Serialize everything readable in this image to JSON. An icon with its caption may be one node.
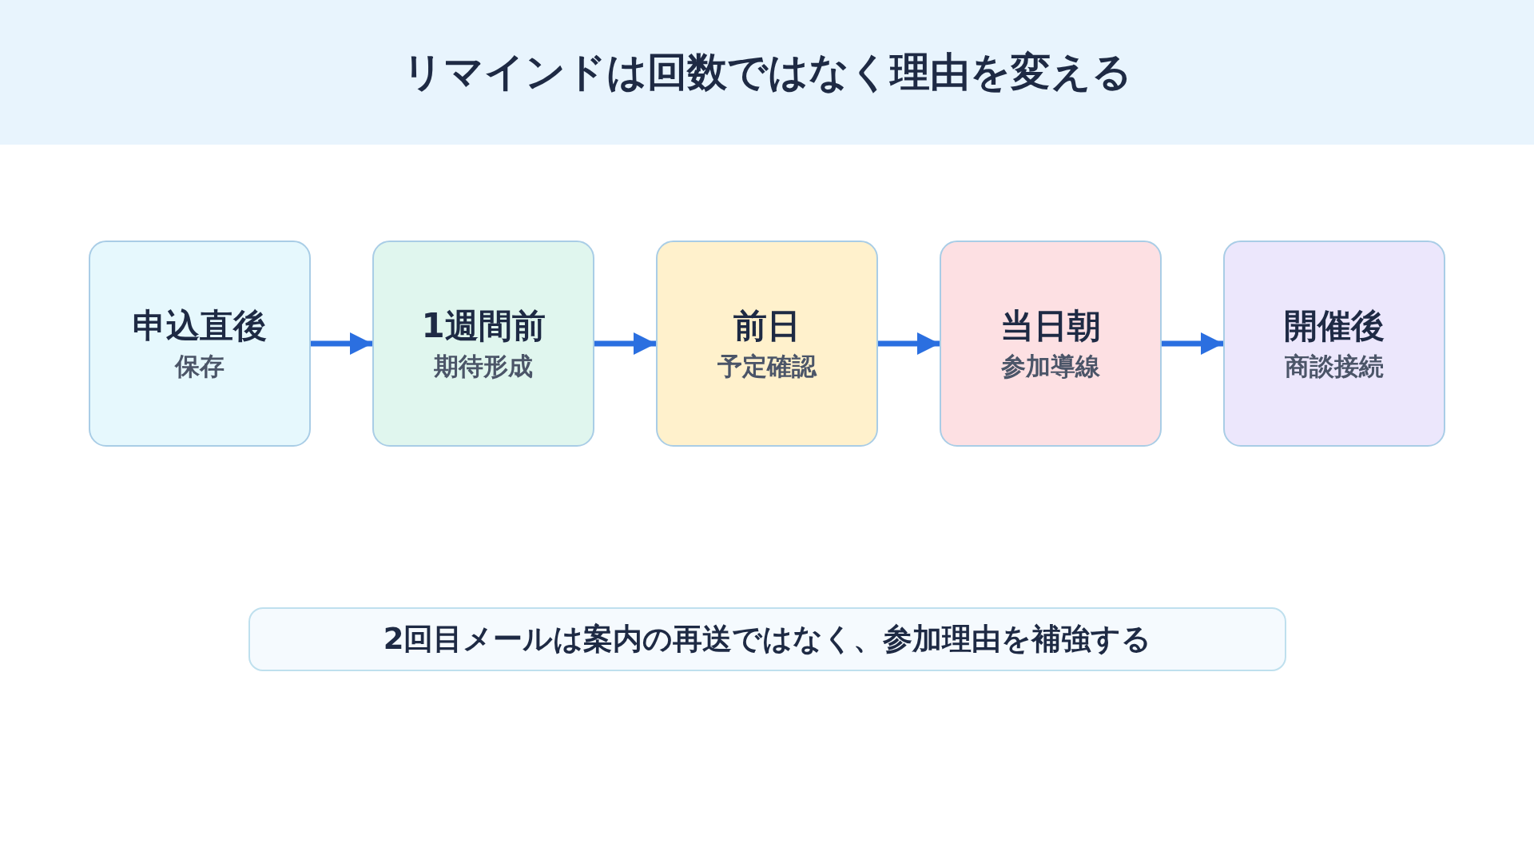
{
  "diagram": {
    "title": "リマインドは回数ではなく理由を変える",
    "nodes": [
      {
        "text": [
          "申込直後",
          "保存"
        ]
      },
      {
        "text": [
          "1週間前",
          "期待形成"
        ]
      },
      {
        "text": [
          "前日",
          "予定確認"
        ]
      },
      {
        "text": [
          "当日朝",
          "参加導線"
        ]
      },
      {
        "text": [
          "開催後",
          "商談接続"
        ]
      },
      {
        "text": [
          "2回目メールは案内の再送ではなく、参加理由を補強する"
        ]
      }
    ],
    "edges": [
      {
        "from": 0,
        "to": 1,
        "arrow": "to"
      },
      {
        "from": 1,
        "to": 2,
        "arrow": "to"
      },
      {
        "from": 2,
        "to": 3,
        "arrow": "to"
      },
      {
        "from": 3,
        "to": 4,
        "arrow": "to"
      }
    ]
  }
}
